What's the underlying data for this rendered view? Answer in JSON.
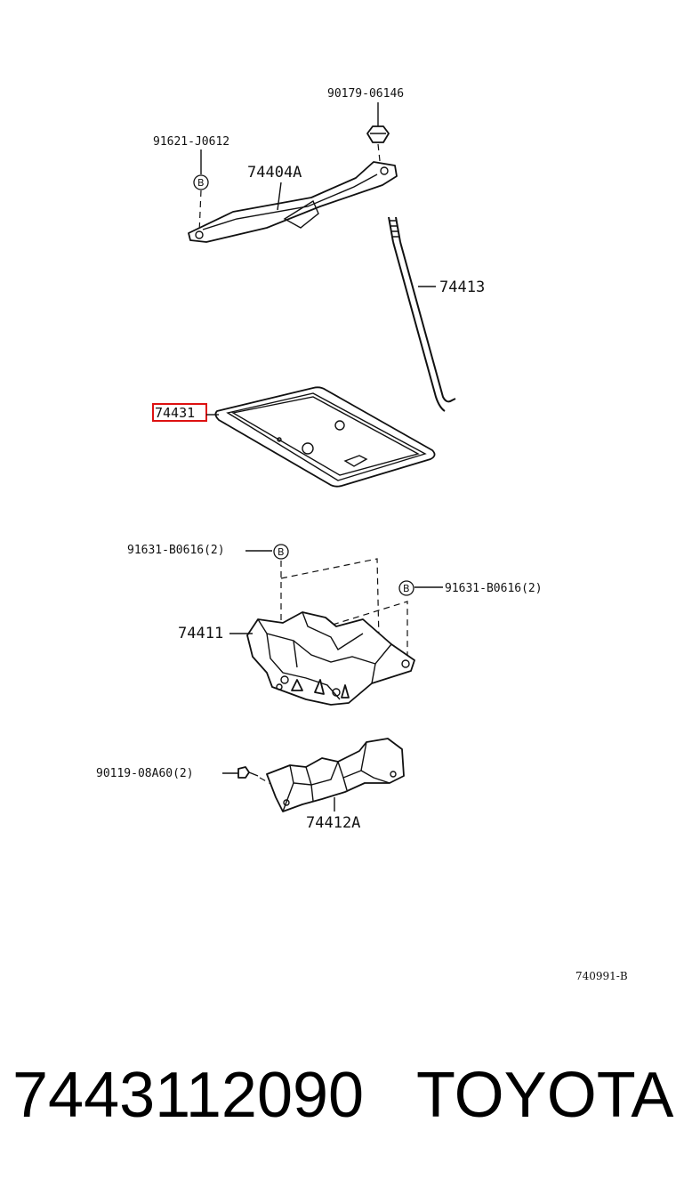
{
  "labels": {
    "nut": "90179-06146",
    "bolt_top": "91621-J0612",
    "clamp": "74404A",
    "rod": "74413",
    "tray_highlight": "74431",
    "bolt_left": "91631-B0616(2)",
    "bolt_right": "91631-B0616(2)",
    "carrier": "74411",
    "bolt_bottom": "90119-08A60(2)",
    "support": "74412A",
    "figure_code": "740991-B"
  },
  "circle_letter": "B",
  "footer": {
    "part_number": "7443112090",
    "brand": "TOYOTA"
  },
  "colors": {
    "highlight": "#dd1111",
    "line": "#111111"
  }
}
